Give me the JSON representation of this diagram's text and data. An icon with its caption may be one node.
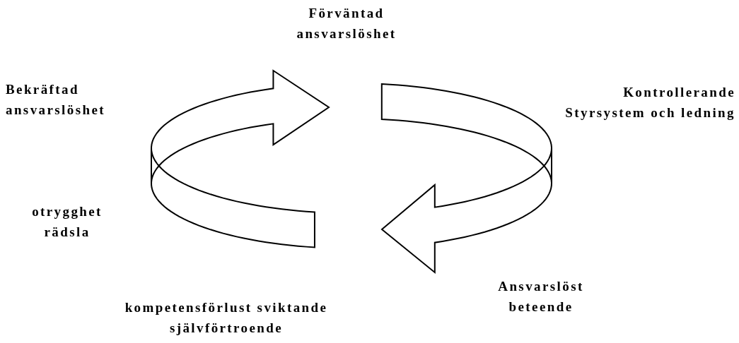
{
  "diagram": {
    "labels": [
      "Förväntad ansvarslöshet",
      "Bekräftad ansvarslöshet",
      "Kontrollerande Styrsystem och ledning",
      "otrygghet rädsla",
      "Ansvarslöst beteende",
      "kompetensförlust sviktande självförtroende"
    ]
  }
}
